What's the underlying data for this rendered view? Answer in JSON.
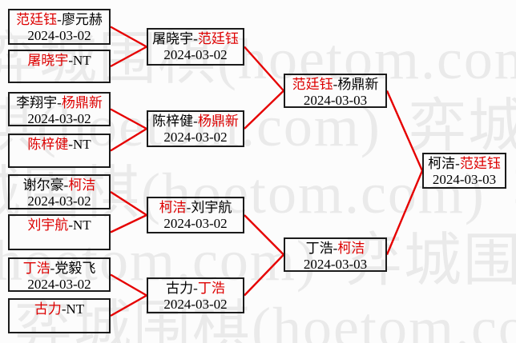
{
  "watermark": {
    "text": "弈城围棋(hoetom.com)"
  },
  "separator": "-",
  "colors": {
    "winner_text": "#dd0000",
    "connector_line": "#e60000",
    "box_border": "#1b1b1b",
    "watermark_text": "#eaeaea"
  },
  "bracket": {
    "rounds": [
      {
        "matches": [
          {
            "p1": "范廷钰",
            "p2": "廖元赫",
            "p1_cls": "win",
            "p2_cls": "pl",
            "date": "2024-03-02"
          },
          {
            "p1": "屠晓宇",
            "p2": "NT",
            "p1_cls": "win",
            "p2_cls": "pl",
            "date": ""
          },
          {
            "p1": "李翔宇",
            "p2": "杨鼎新",
            "p1_cls": "pl",
            "p2_cls": "win",
            "date": "2024-03-02"
          },
          {
            "p1": "陈梓健",
            "p2": "NT",
            "p1_cls": "win",
            "p2_cls": "pl",
            "date": ""
          },
          {
            "p1": "谢尔豪",
            "p2": "柯洁",
            "p1_cls": "pl",
            "p2_cls": "win",
            "date": "2024-03-02"
          },
          {
            "p1": "刘宇航",
            "p2": "NT",
            "p1_cls": "win",
            "p2_cls": "pl",
            "date": ""
          },
          {
            "p1": "丁浩",
            "p2": "党毅飞",
            "p1_cls": "win",
            "p2_cls": "pl",
            "date": "2024-03-02"
          },
          {
            "p1": "古力",
            "p2": "NT",
            "p1_cls": "win",
            "p2_cls": "pl",
            "date": ""
          }
        ]
      },
      {
        "matches": [
          {
            "p1": "屠晓宇",
            "p2": "范廷钰",
            "p1_cls": "pl",
            "p2_cls": "win",
            "date": "2024-03-02"
          },
          {
            "p1": "陈梓健",
            "p2": "杨鼎新",
            "p1_cls": "pl",
            "p2_cls": "win",
            "date": "2024-03-02"
          },
          {
            "p1": "柯洁",
            "p2": "刘宇航",
            "p1_cls": "win",
            "p2_cls": "pl",
            "date": "2024-03-02"
          },
          {
            "p1": "古力",
            "p2": "丁浩",
            "p1_cls": "pl",
            "p2_cls": "win",
            "date": "2024-03-02"
          }
        ]
      },
      {
        "matches": [
          {
            "p1": "范廷钰",
            "p2": "杨鼎新",
            "p1_cls": "win",
            "p2_cls": "pl",
            "date": "2024-03-03"
          },
          {
            "p1": "丁浩",
            "p2": "柯洁",
            "p1_cls": "pl",
            "p2_cls": "win",
            "date": "2024-03-03"
          }
        ]
      },
      {
        "matches": [
          {
            "p1": "柯洁",
            "p2": "范廷钰",
            "p1_cls": "pl",
            "p2_cls": "win",
            "date": "2024-03-03"
          }
        ]
      }
    ]
  }
}
